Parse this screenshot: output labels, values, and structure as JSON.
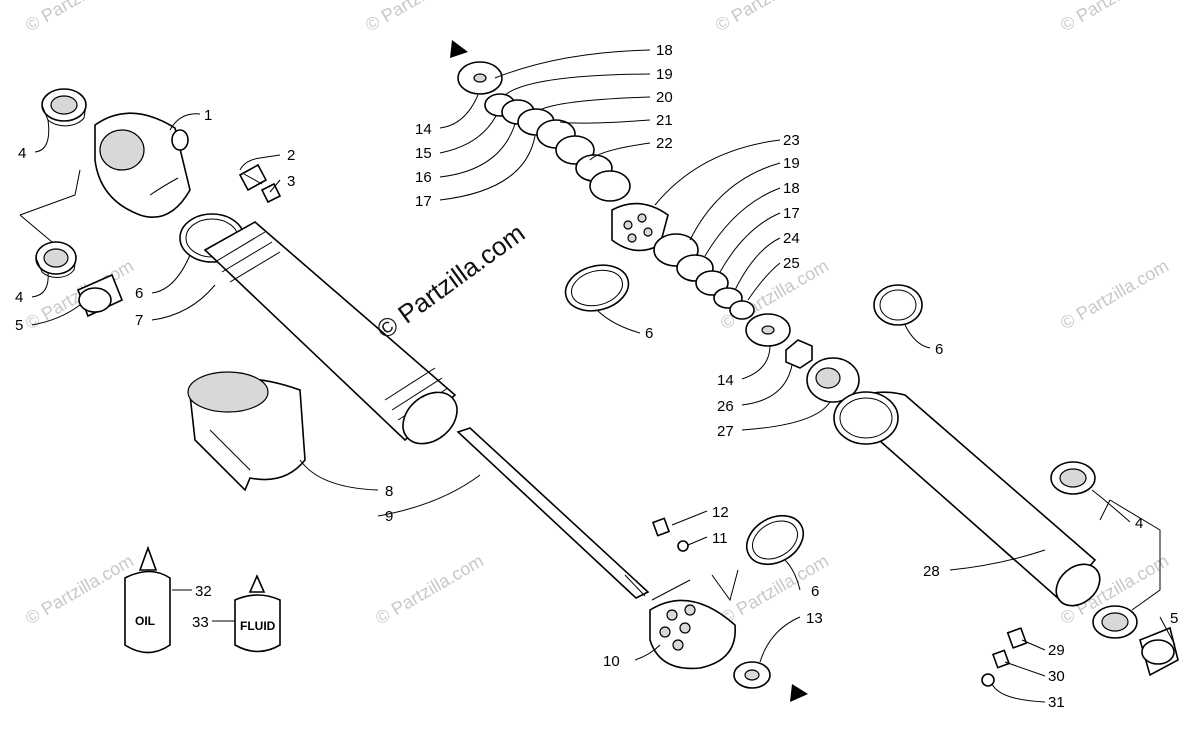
{
  "watermark_main": "© Partzilla.com",
  "watermark_tile": "© Partzilla.com",
  "labels": {
    "oil": "OIL",
    "fluid": "FLUID"
  },
  "callouts": [
    {
      "id": "c1",
      "text": "1"
    },
    {
      "id": "c2",
      "text": "2"
    },
    {
      "id": "c3",
      "text": "3"
    },
    {
      "id": "c4a",
      "text": "4"
    },
    {
      "id": "c4b",
      "text": "4"
    },
    {
      "id": "c4c",
      "text": "4"
    },
    {
      "id": "c5a",
      "text": "5"
    },
    {
      "id": "c5b",
      "text": "5"
    },
    {
      "id": "c6a",
      "text": "6"
    },
    {
      "id": "c6b",
      "text": "6"
    },
    {
      "id": "c6c",
      "text": "6"
    },
    {
      "id": "c6d",
      "text": "6"
    },
    {
      "id": "c7",
      "text": "7"
    },
    {
      "id": "c8",
      "text": "8"
    },
    {
      "id": "c9",
      "text": "9"
    },
    {
      "id": "c10",
      "text": "10"
    },
    {
      "id": "c11",
      "text": "11"
    },
    {
      "id": "c12",
      "text": "12"
    },
    {
      "id": "c13",
      "text": "13"
    },
    {
      "id": "c14a",
      "text": "14"
    },
    {
      "id": "c14b",
      "text": "14"
    },
    {
      "id": "c15",
      "text": "15"
    },
    {
      "id": "c16",
      "text": "16"
    },
    {
      "id": "c17a",
      "text": "17"
    },
    {
      "id": "c17b",
      "text": "17"
    },
    {
      "id": "c18a",
      "text": "18"
    },
    {
      "id": "c18b",
      "text": "18"
    },
    {
      "id": "c19a",
      "text": "19"
    },
    {
      "id": "c19b",
      "text": "19"
    },
    {
      "id": "c20",
      "text": "20"
    },
    {
      "id": "c21",
      "text": "21"
    },
    {
      "id": "c22",
      "text": "22"
    },
    {
      "id": "c23",
      "text": "23"
    },
    {
      "id": "c24",
      "text": "24"
    },
    {
      "id": "c25",
      "text": "25"
    },
    {
      "id": "c26",
      "text": "26"
    },
    {
      "id": "c27",
      "text": "27"
    },
    {
      "id": "c28",
      "text": "28"
    },
    {
      "id": "c29",
      "text": "29"
    },
    {
      "id": "c30",
      "text": "30"
    },
    {
      "id": "c31",
      "text": "31"
    },
    {
      "id": "c32",
      "text": "32"
    },
    {
      "id": "c33",
      "text": "33"
    }
  ]
}
